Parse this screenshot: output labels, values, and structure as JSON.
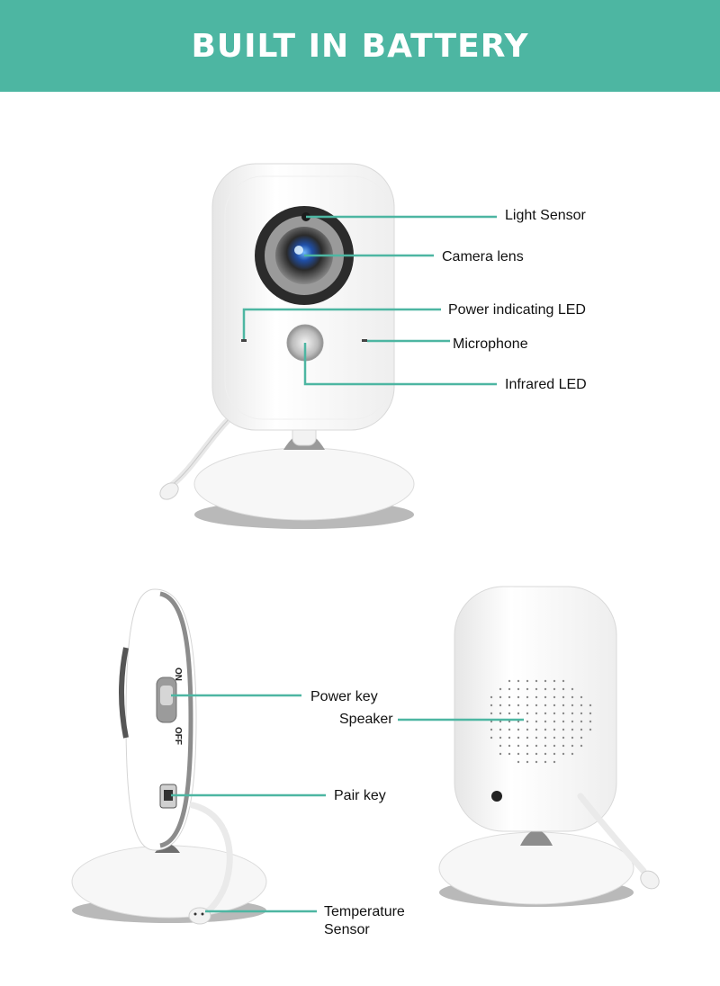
{
  "banner": {
    "title": "BUILT IN BATTERY",
    "color": "#4db6a2"
  },
  "callout_color": "#4db6a2",
  "front_view": {
    "labels": {
      "light_sensor": "Light Sensor",
      "camera_lens": "Camera lens",
      "power_led": "Power indicating LED",
      "microphone": "Microphone",
      "infrared_led": "Infrared LED"
    }
  },
  "side_view": {
    "labels": {
      "power_key": "Power key",
      "pair_key": "Pair key",
      "temperature_sensor_line1": "Temperature",
      "temperature_sensor_line2": "Sensor"
    },
    "switch_text": {
      "on": "ON",
      "off": "OFF"
    }
  },
  "back_view": {
    "labels": {
      "speaker": "Speaker"
    }
  }
}
